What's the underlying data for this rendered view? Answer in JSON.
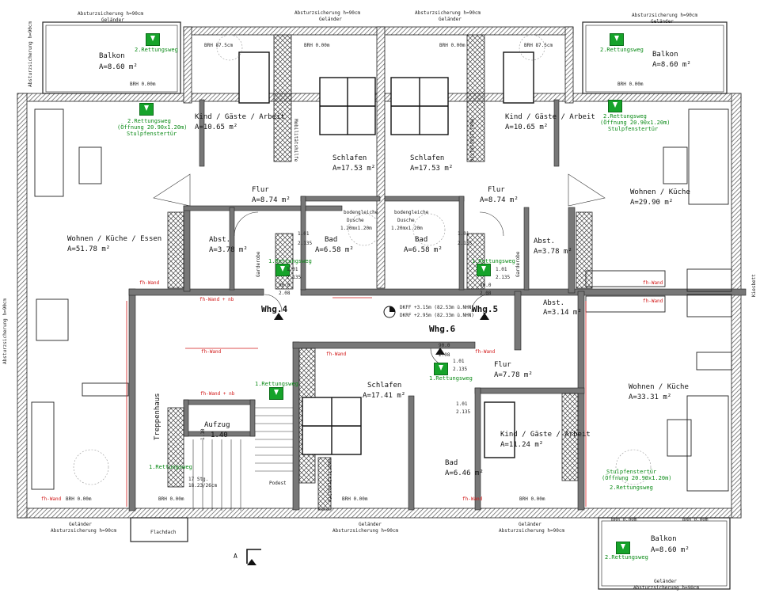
{
  "rooms": {
    "balkon_nw": {
      "name": "Balkon",
      "area": "A=8.60 m²"
    },
    "balkon_ne": {
      "name": "Balkon",
      "area": "A=8.60 m²"
    },
    "balkon_se": {
      "name": "Balkon",
      "area": "A=8.60 m²"
    },
    "kind_nw": {
      "name": "Kind / Gäste / Arbeit",
      "area": "A=10.65 m²"
    },
    "kind_ne": {
      "name": "Kind / Gäste / Arbeit",
      "area": "A=10.65 m²"
    },
    "kind_se": {
      "name": "Kind / Gäste / Arbeit",
      "area": "A=11.24 m²"
    },
    "schlafen_w": {
      "name": "Schlafen",
      "area": "A=17.53 m²"
    },
    "schlafen_e": {
      "name": "Schlafen",
      "area": "A=17.53 m²"
    },
    "schlafen_s": {
      "name": "Schlafen",
      "area": "A=17.41 m²"
    },
    "flur_w": {
      "name": "Flur",
      "area": "A=8.74 m²"
    },
    "flur_e": {
      "name": "Flur",
      "area": "A=8.74 m²"
    },
    "flur_s": {
      "name": "Flur",
      "area": "A=7.78 m²"
    },
    "wohnen_w": {
      "name": "Wohnen / Küche / Essen",
      "area": "A=51.78 m²"
    },
    "wohnen_ne": {
      "name": "Wohnen / Küche",
      "area": "A=29.90 m²"
    },
    "wohnen_se": {
      "name": "Wohnen / Küche",
      "area": "A=33.31 m²"
    },
    "abst_w": {
      "name": "Abst.",
      "area": "A=3.78 m²"
    },
    "abst_e": {
      "name": "Abst.",
      "area": "A=3.78 m²"
    },
    "abst_s": {
      "name": "Abst.",
      "area": "A=3.14 m²"
    },
    "bad_w": {
      "name": "Bad",
      "area": "A=6.58 m²"
    },
    "bad_e": {
      "name": "Bad",
      "area": "A=6.58 m²"
    },
    "bad_s": {
      "name": "Bad",
      "area": "A=6.46 m²"
    },
    "aufzug": {
      "name": "Aufzug",
      "area": "1.40",
      "width": "1.10"
    },
    "treppenhaus": {
      "name": "Treppenhaus"
    }
  },
  "units": {
    "whg4": "Whg.4",
    "whg5": "Whg.5",
    "whg6": "Whg.6"
  },
  "notes": {
    "absturz_top_1": "Absturzsicherung h=90cm",
    "absturz_top_2": "Absturzsicherung h=90cm",
    "absturz_top_3": "Absturzsicherung h=90cm",
    "absturz_top_4": "Absturzsicherung h=90cm",
    "absturz_bot_1": "Absturzsicherung h=90cm",
    "absturz_bot_2": "Absturzsicherung h=90cm",
    "absturz_bot_3": "Absturzsicherung h=90cm",
    "absturz_bot_4": "Absturzsicherung h=90cm",
    "absturz_left": "Absturzsicherung h=90cm",
    "absturz_left2": "Absturzsicherung h=90cm",
    "gelaender": "Geländer",
    "flachdach": "Flachdach",
    "dkff": "DKFF +3.15m (82.53m ü.NHN)",
    "dkrf": "DKRF +2.95m (82.33m ü.NHN)",
    "rettungsweg": "2.Rettungsweg",
    "rettungsweg1": "1.Rettungsweg",
    "oeffnung": "(Öffnung 20.90x1.20m)",
    "stulp": "Stulpfenstertür",
    "oeffnung_ne": "(Öffnung 20.90x1.20m)",
    "stulp_ne": "Stulpfenstertür",
    "oeffnung_se": "(Öffnung 20.90x1.20m)",
    "stulp_se": "Stulpfenstertür",
    "brh0": "BRH 0.00m",
    "brh875": "BRH 87.5cm",
    "brh875b": "BRH 87.5cm",
    "bodengleiche": "bodengleiche",
    "dusche": "Dusche",
    "dusche_size": "1.20mx1.20m",
    "mobilitaetshilfe": "Mobilitätshilfe",
    "garderobe": "Garderobe",
    "fh_wand": "fh-Wand",
    "fh_wand_nb": "fh-Wand + nb",
    "stg": "17 Stg.",
    "stg2": "18.23/26cm",
    "podest": "Podest",
    "kiesbett": "Kiesbett",
    "door_101": "1.01",
    "door_2135": "2.135",
    "door_900": "90.0",
    "door_208": "2.08",
    "arrow_a": "A"
  },
  "colors": {
    "wall": "#3a3a3a",
    "hatch": "#6a6a6a",
    "red": "#d21818",
    "green": "#16a32a",
    "line": "#222222"
  }
}
